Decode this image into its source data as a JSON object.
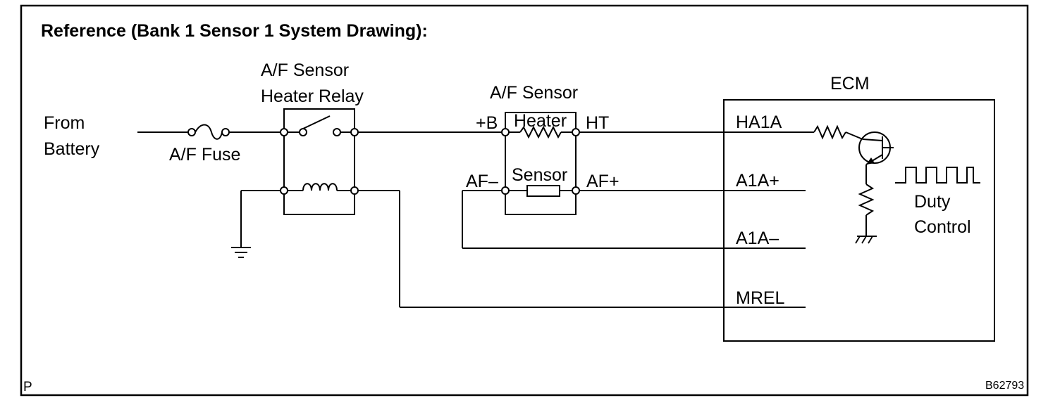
{
  "title": "Reference (Bank 1 Sensor 1 System Drawing):",
  "from_battery": [
    "From",
    "Battery"
  ],
  "fuse_label": "A/F Fuse",
  "relay_label": [
    "A/F Sensor",
    "Heater Relay"
  ],
  "sensor_label": "A/F Sensor",
  "heater_label": "Heater",
  "sensor_element_label": "Sensor",
  "terminals": {
    "plus_b": "+B",
    "ht": "HT",
    "af_minus": "AF–",
    "af_plus": "AF+"
  },
  "ecm": {
    "label": "ECM",
    "pins": [
      "HA1A",
      "A1A+",
      "A1A–",
      "MREL"
    ],
    "duty_control": [
      "Duty",
      "Control"
    ]
  },
  "corner_mark": "P",
  "figure_code": "B62793"
}
